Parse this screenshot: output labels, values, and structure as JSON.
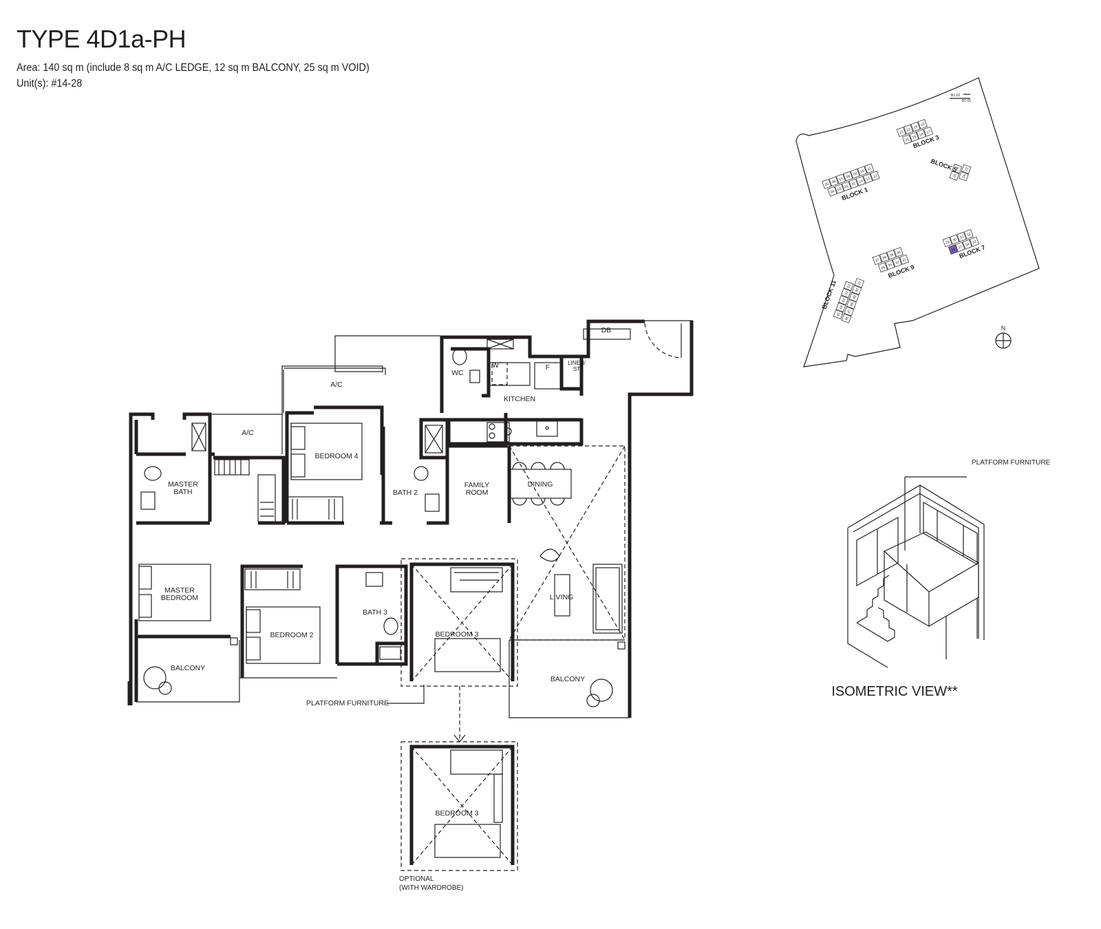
{
  "header": {
    "title": "TYPE 4D1a-PH",
    "area": "Area: 140 sq m (include 8 sq m A/C LEDGE, 12 sq m BALCONY, 25 sq m VOID)",
    "units": "Unit(s): #14-28"
  },
  "floor_plan": {
    "ac_upper": "A/C",
    "ac_lower": "A/C",
    "wc": "WC",
    "washer": "W",
    "fridge": "F",
    "linen_1": "LINEN/",
    "linen_2": "ST",
    "db": "DB",
    "kitchen": "KITCHEN",
    "bedroom4": "BEDROOM 4",
    "master_bath_1": "MASTER",
    "master_bath_2": "BATH",
    "bath2": "BATH 2",
    "family_1": "FAMILY",
    "family_2": "ROOM",
    "dining": "DINING",
    "master_bed_1": "MASTER",
    "master_bed_2": "BEDROOM",
    "bedroom2": "BEDROOM 2",
    "bath3": "BATH 3",
    "bedroom3": "BEDROOM 3",
    "living": "LIVING",
    "balcony_left": "BALCONY",
    "balcony_right": "BALCONY",
    "platform_furniture": "PLATFORM FURNITURE",
    "optional_bedroom3": "BEDROOM 3",
    "optional_1": "OPTIONAL",
    "optional_2": "(WITH WARDROBE)"
  },
  "site_plan": {
    "north": "N",
    "gate_labels": [
      "B1-02",
      "B1-01"
    ],
    "highlight_color": "#7b5cb8",
    "highlight_unit": "28",
    "blocks": [
      {
        "name": "BLOCK 1",
        "rows": [
          [
            "05",
            "06",
            "07",
            "08",
            "09",
            "10",
            "11"
          ],
          [
            "04",
            "03",
            "02",
            "01",
            "14",
            "13",
            "12"
          ]
        ]
      },
      {
        "name": "BLOCK 3",
        "rows": [
          [
            "21",
            "22",
            "15",
            "16"
          ],
          [
            "20",
            "19",
            "18",
            "17"
          ]
        ]
      },
      {
        "name": "BLOCK 5",
        "rows": [
          [
            "25",
            "26"
          ],
          [
            "24",
            "23"
          ]
        ]
      },
      {
        "name": "BLOCK 7",
        "rows": [
          [
            "29",
            "30",
            "31",
            "32"
          ],
          [
            "28",
            "27",
            "34",
            "33"
          ]
        ]
      },
      {
        "name": "BLOCK 9",
        "rows": [
          [
            "37",
            "38",
            "39",
            "40"
          ],
          [
            "36",
            "35",
            "42",
            "41"
          ]
        ]
      },
      {
        "name": "BLOCK 11",
        "rows": [
          [
            "45",
            "44",
            "43",
            "53",
            "52"
          ],
          [
            "46",
            "47",
            "48",
            "49",
            "50",
            "51"
          ]
        ]
      }
    ]
  },
  "isometric": {
    "callout": "PLATFORM FURNITURE",
    "caption": "ISOMETRIC VIEW**"
  }
}
